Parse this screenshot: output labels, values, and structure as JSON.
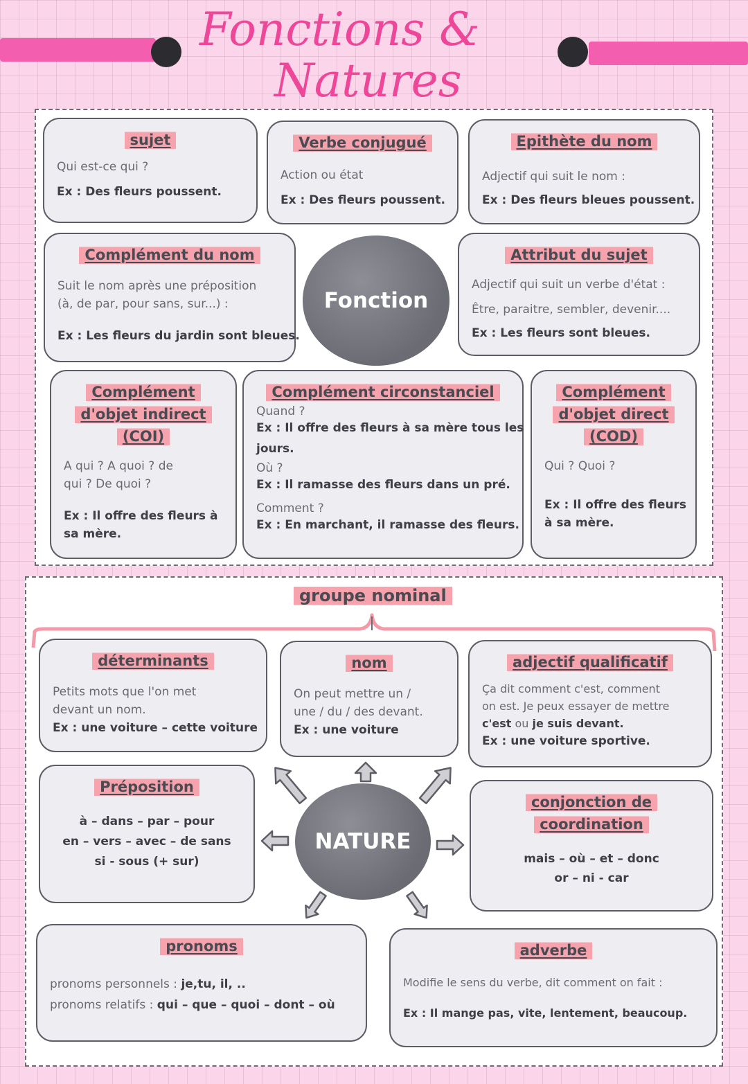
{
  "title": {
    "line1": "Fonctions &",
    "line2": "Natures"
  },
  "fonction": {
    "center_label": "Fonction",
    "cards": {
      "sujet": {
        "title": "sujet",
        "desc": "Qui est-ce qui ?",
        "ex_label": "Ex :",
        "ex": "Des fleurs poussent."
      },
      "verbe": {
        "title": "Verbe conjugué",
        "desc": "Action ou état",
        "ex_label": "Ex :",
        "ex": "Des fleurs poussent."
      },
      "epithete": {
        "title": "Epithète du nom",
        "desc": "Adjectif qui suit le nom :",
        "ex_label": "Ex :",
        "ex": "Des fleurs bleues poussent."
      },
      "complement_nom": {
        "title": "Complément du nom",
        "desc1": "Suit le nom après une préposition",
        "desc2": "(à, de par, pour sans, sur...) :",
        "ex_label": "Ex :",
        "ex": "Les fleurs du jardin sont bleues."
      },
      "attribut": {
        "title": "Attribut du sujet",
        "desc1": "Adjectif qui suit un verbe d'état :",
        "desc2": "Être, paraitre, sembler, devenir....",
        "ex_label": "Ex :",
        "ex": "Les fleurs sont bleues."
      },
      "coi": {
        "title1": "Complément",
        "title2": "d'objet indirect",
        "title3": "(COI)",
        "desc1": "A qui ? A quoi ? de",
        "desc2": "qui ? De quoi ?",
        "ex_label": "Ex :",
        "ex1": "Il offre des fleurs à",
        "ex2": "sa mère."
      },
      "cc": {
        "title": "Complément circonstanciel",
        "q1": "Quand ?",
        "ex1_label": "Ex :",
        "ex1a": "Il offre des fleurs à sa mère tous les",
        "ex1b": "jours.",
        "q2": "Où ?",
        "ex2_label": "Ex :",
        "ex2": "Il ramasse des fleurs dans un pré.",
        "q3": "Comment ?",
        "ex3_label": "Ex :",
        "ex3": "En marchant, il ramasse des fleurs."
      },
      "cod": {
        "title1": "Complément",
        "title2": "d'objet direct",
        "title3": "(COD)",
        "desc": "Qui ?  Quoi ?",
        "ex_label": "Ex :",
        "ex1": "Il offre des fleurs",
        "ex2": "à sa mère."
      }
    }
  },
  "nature": {
    "group_title": "groupe nominal",
    "center_label": "NATURE",
    "cards": {
      "determinants": {
        "title": "déterminants",
        "desc1": "Petits mots que l'on met",
        "desc2": "devant un nom.",
        "ex_label": "Ex :",
        "ex": "une voiture – cette voiture"
      },
      "nom": {
        "title": "nom",
        "desc1": "On peut mettre un /",
        "desc2": "une / du / des devant.",
        "ex_label": "Ex :",
        "ex": "une voiture"
      },
      "adjectif": {
        "title": "adjectif qualificatif",
        "desc1": "Ça dit comment c'est, comment",
        "desc2": "on est. Je peux essayer de mettre",
        "desc3a": "c'est",
        "desc3b": " ou ",
        "desc3c": "je suis devant.",
        "ex_label": "Ex :",
        "ex": "une voiture sportive."
      },
      "preposition": {
        "title": "Préposition",
        "line1": "à – dans – par – pour",
        "line2": "en – vers – avec – de sans",
        "line3": "si - sous (+ sur)"
      },
      "conjonction": {
        "title1": "conjonction de",
        "title2": "coordination",
        "line1": "mais – où – et – donc",
        "line2": "or – ni - car"
      },
      "pronoms": {
        "title": "pronoms",
        "line1_label": "pronoms personnels : ",
        "line1": "je,tu, il, ..",
        "line2_label": "pronoms relatifs : ",
        "line2": "qui – que – quoi – dont – où"
      },
      "adverbe": {
        "title": "adverbe",
        "desc": "Modifie le sens du verbe, dit comment on fait :",
        "ex_label": "Ex :",
        "ex": "Il mange pas, vite, lentement, beaucoup."
      }
    }
  },
  "colors": {
    "pink_band": "#f35fae",
    "title_pink": "#ee4799",
    "highlight": "#f7a3ad",
    "circle_gray": "#777780"
  }
}
